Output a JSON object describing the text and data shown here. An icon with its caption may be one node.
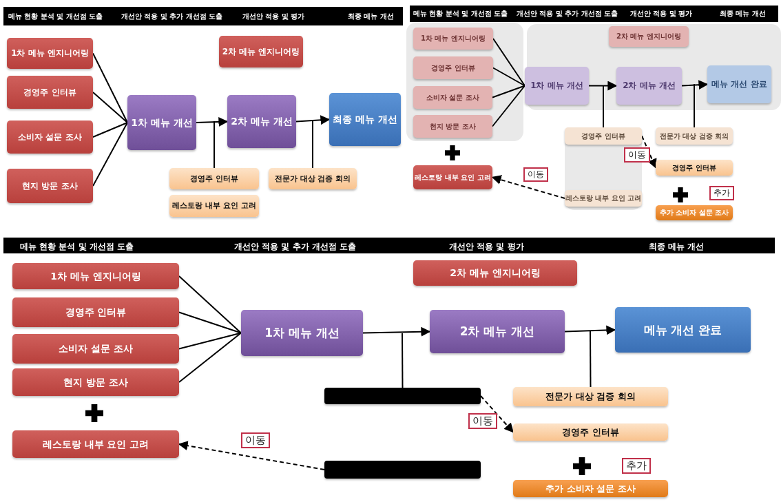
{
  "diagram": {
    "nodes": [
      {
        "text": [
          "1차 메뉴 엔지니어링"
        ]
      },
      {
        "text": [
          "경영주 인터뷰"
        ]
      },
      {
        "text": [
          "소비자 설문 조사"
        ]
      },
      {
        "text": [
          "현지 방문 조사"
        ]
      },
      {
        "text": [
          "2차 메뉴 엔지니어링"
        ]
      },
      {
        "text": [
          "1차 메뉴 개선"
        ]
      },
      {
        "text": [
          "2차 메뉴 개선"
        ]
      },
      {
        "text": [
          "최종 메뉴 개선"
        ]
      },
      {
        "text": [
          "경영주 인터뷰"
        ]
      },
      {
        "text": [
          "전문가 대상 검증 회의"
        ]
      },
      {
        "text": [
          "레스토랑 내부 요인 고려"
        ]
      },
      {
        "text": [
          "1차 메뉴 엔지니어링"
        ]
      },
      {
        "text": [
          "경영주 인터뷰"
        ]
      },
      {
        "text": [
          "소비자 설문 조사"
        ]
      },
      {
        "text": [
          "현지 방문 조사"
        ]
      },
      {
        "text": [
          "2차 메뉴 엔지니어링"
        ]
      },
      {
        "text": [
          "1차 메뉴 개선"
        ]
      },
      {
        "text": [
          "2차 메뉴 개선"
        ]
      },
      {
        "text": [
          "메뉴 개선 완료"
        ]
      },
      {
        "text": [
          "경영주 인터뷰"
        ]
      },
      {
        "text": [
          "전문가 대상 검증 회의"
        ]
      },
      {
        "text": [
          "레스토랑 내부 요인 고려"
        ]
      },
      {
        "text": [
          "레스토랑 내부 요인 고려"
        ]
      },
      {
        "text": [
          "경영주 인터뷰"
        ]
      },
      {
        "text": [
          "추가 소비자 설문 조사"
        ]
      },
      {
        "text": [
          "1차 메뉴 엔지니어링"
        ]
      },
      {
        "text": [
          "경영주 인터뷰"
        ]
      },
      {
        "text": [
          "소비자 설문 조사"
        ]
      },
      {
        "text": [
          "현지 방문 조사"
        ]
      },
      {
        "text": [
          "2차 메뉴 엔지니어링"
        ]
      },
      {
        "text": [
          "1차 메뉴 개선"
        ]
      },
      {
        "text": [
          "2차 메뉴 개선"
        ]
      },
      {
        "text": [
          "메뉴 개선 완료"
        ]
      },
      {
        "text": [],
        "shape": "box"
      },
      {
        "text": [
          "전문가 대상 검증 회의"
        ]
      },
      {
        "text": [
          "경영주 인터뷰"
        ]
      },
      {
        "text": [],
        "shape": "box"
      },
      {
        "text": [
          "레스토랑 내부 요인 고려"
        ]
      },
      {
        "text": [
          "추가 소비자 설문 조사"
        ]
      }
    ],
    "edges": [
      {
        "from": 0,
        "to": 5,
        "arrow": "none"
      },
      {
        "from": 1,
        "to": 5,
        "arrow": "none"
      },
      {
        "from": 2,
        "to": 5,
        "arrow": "none"
      },
      {
        "from": 3,
        "to": 5,
        "arrow": "none"
      },
      {
        "from": 5,
        "to": 6,
        "arrow": "to"
      },
      {
        "from": 6,
        "to": 7,
        "arrow": "to"
      },
      {
        "from": 8,
        "to": null,
        "arrow": "none"
      },
      {
        "from": 9,
        "to": null,
        "arrow": "none"
      },
      {
        "from": 11,
        "to": 16,
        "arrow": "none"
      },
      {
        "from": 12,
        "to": 16,
        "arrow": "none"
      },
      {
        "from": 13,
        "to": 16,
        "arrow": "none"
      },
      {
        "from": 14,
        "to": 16,
        "arrow": "none"
      },
      {
        "from": 16,
        "to": 17,
        "arrow": "to"
      },
      {
        "from": 17,
        "to": 18,
        "arrow": "to"
      },
      {
        "from": 19,
        "to": null,
        "arrow": "none"
      },
      {
        "from": 20,
        "to": null,
        "arrow": "none"
      },
      {
        "from": 19,
        "to": 23,
        "arrow": "to",
        "style": "dashed",
        "label": "이동"
      },
      {
        "from": 21,
        "to": 22,
        "arrow": "to",
        "style": "dashed",
        "label": "이동"
      },
      {
        "from": 25,
        "to": 30,
        "arrow": "none"
      },
      {
        "from": 26,
        "to": 30,
        "arrow": "none"
      },
      {
        "from": 27,
        "to": 30,
        "arrow": "none"
      },
      {
        "from": 28,
        "to": 30,
        "arrow": "none"
      },
      {
        "from": 30,
        "to": 31,
        "arrow": "to"
      },
      {
        "from": 31,
        "to": 32,
        "arrow": "to"
      },
      {
        "from": 33,
        "to": null,
        "arrow": "none"
      },
      {
        "from": 34,
        "to": null,
        "arrow": "none"
      },
      {
        "from": 33,
        "to": 35,
        "arrow": "to",
        "style": "dashed",
        "label": "이동"
      },
      {
        "from": 36,
        "to": 37,
        "arrow": "to",
        "style": "dashed",
        "label": "이동"
      }
    ],
    "labels": [
      "메뉴 현황 분석 및 개선점 도출",
      "개선안 적용 및 추가 개선점 도출",
      "개선안 적용 및 평가",
      "최종 메뉴 개선",
      "메뉴 현황 분석 및 개선점 도출",
      "개선안 적용 및 추가 개선점 도출",
      "개선안 적용 및 평가",
      "최종 메뉴 개선",
      "추가",
      "메뉴 현황 분석 및 개선점 도출",
      "개선안 적용 및 추가 개선점 도출",
      "개선안 적용 및 평가",
      "최종 메뉴 개선",
      "추가"
    ]
  }
}
